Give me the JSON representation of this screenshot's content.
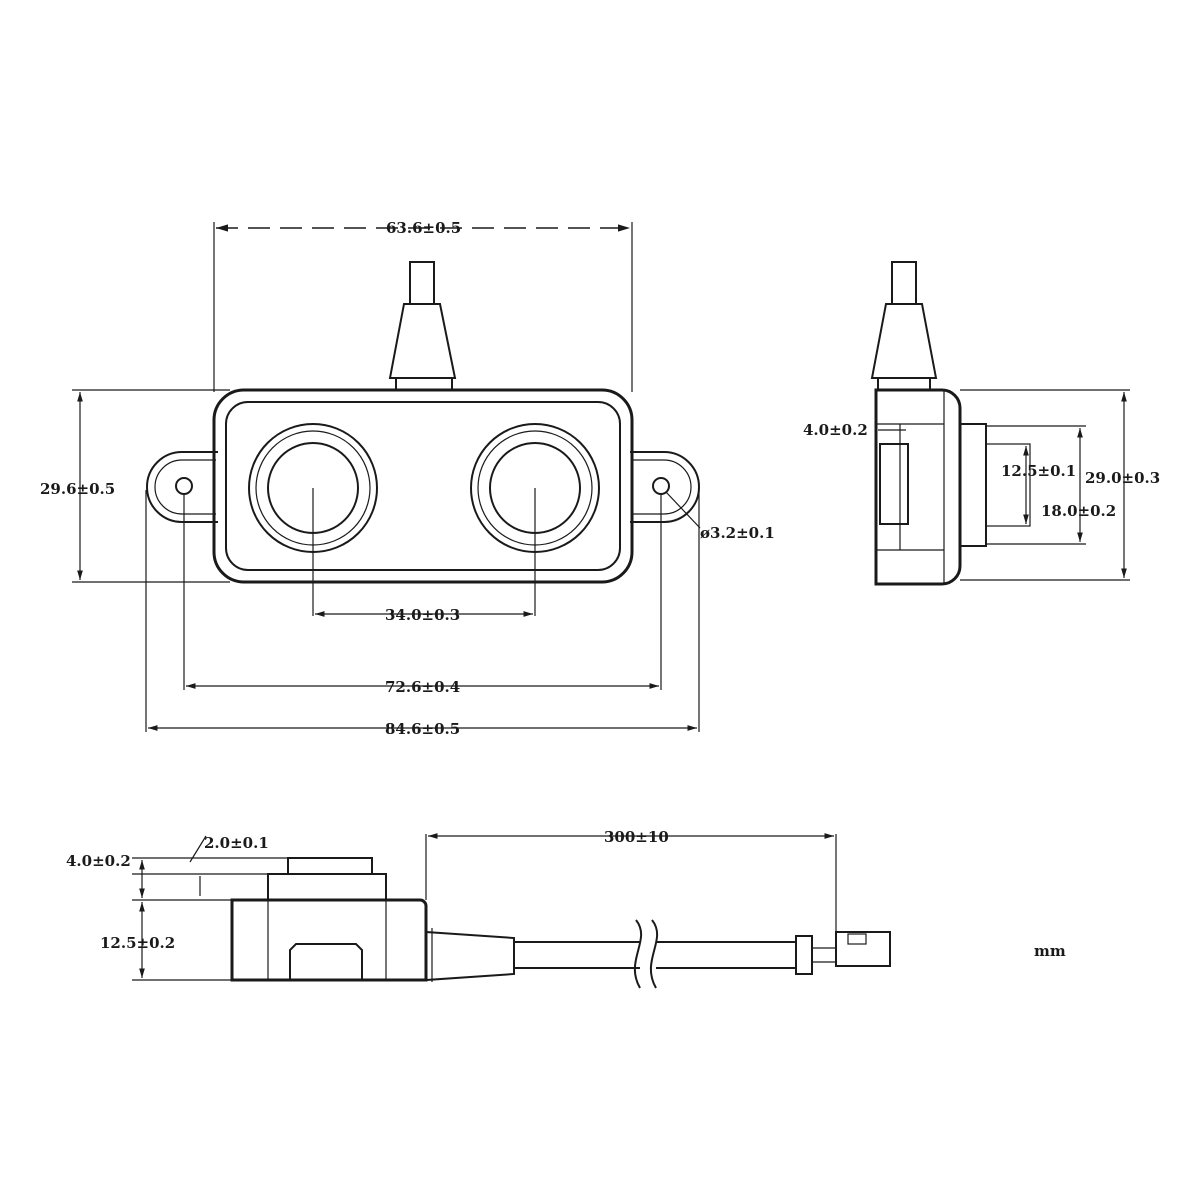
{
  "drawing": {
    "front_view": {
      "width_top": "63.6±0.5",
      "height": "29.6±0.5",
      "hole_diameter": "ø3.2±0.1",
      "transducer_spacing": "34.0±0.3",
      "hole_spacing": "72.6±0.4",
      "overall_width": "84.6±0.5"
    },
    "side_view": {
      "flange_thickness": "4.0±0.2",
      "transducer_inner": "12.5±0.1",
      "transducer_outer": "18.0±0.2",
      "body_height": "29.0±0.3"
    },
    "bottom_view": {
      "top_thickness": "4.0±0.2",
      "step": "2.0±0.1",
      "body_depth": "12.5±0.2",
      "cable_length": "300±10"
    },
    "unit": "mm"
  }
}
